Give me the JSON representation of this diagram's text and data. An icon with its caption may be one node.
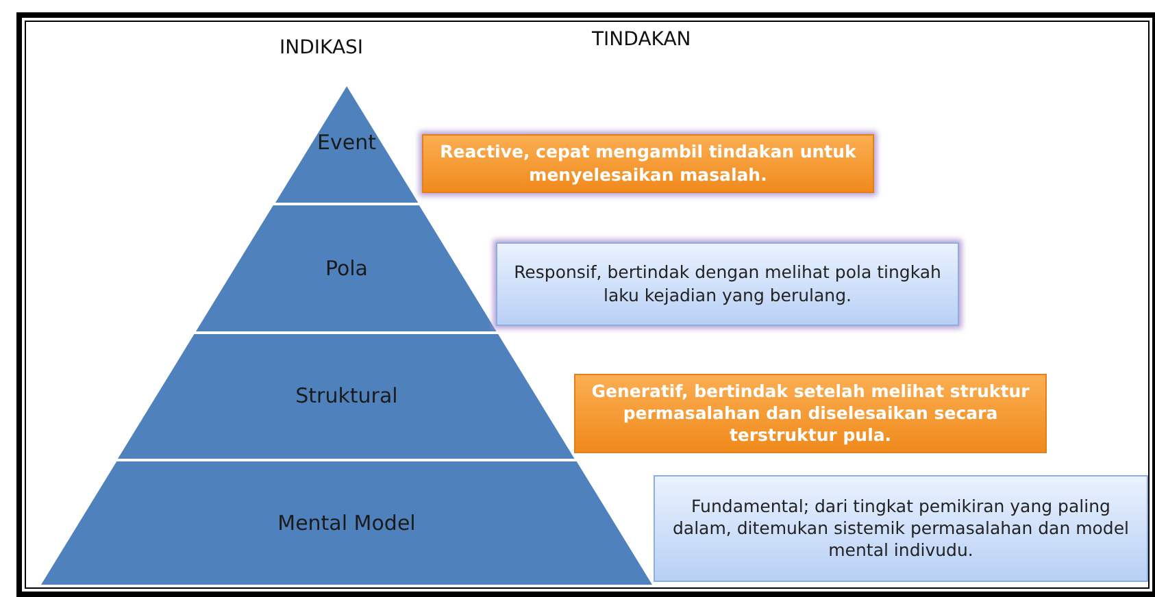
{
  "diagram": {
    "nodes": [
      {
        "text": [
          "Event"
        ]
      },
      {
        "text": [
          "Pola"
        ]
      },
      {
        "text": [
          "Struktural"
        ]
      },
      {
        "text": [
          "Mental Model"
        ]
      },
      {
        "text": [
          "Reactive, cepat mengambil tindakan untuk menyelesaikan masalah."
        ]
      },
      {
        "text": [
          "Responsif, bertindak dengan melihat pola tingkah laku kejadian yang berulang."
        ]
      },
      {
        "text": [
          "Generatif, bertindak setelah melihat struktur permasalahan dan diselesaikan secara terstruktur pula."
        ]
      },
      {
        "text": [
          "Fundamental; dari tingkat pemikiran yang paling dalam, ditemukan sistemik permasalahan dan model mental indivudu."
        ]
      }
    ],
    "labels": [
      "INDIKASI",
      "TINDAKAN"
    ]
  }
}
